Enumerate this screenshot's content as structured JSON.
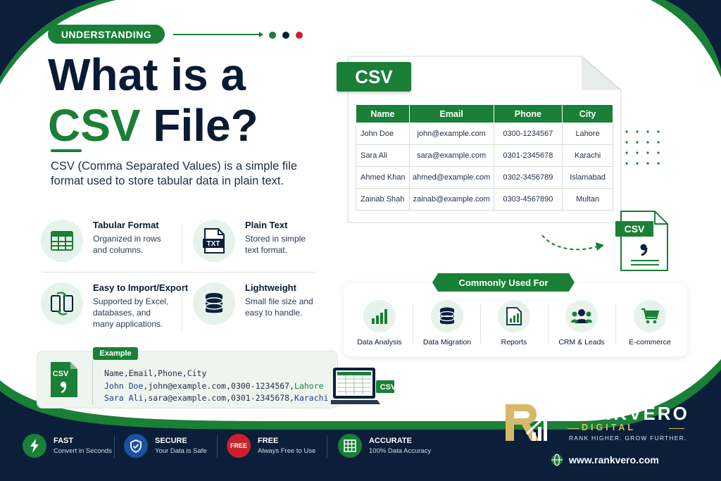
{
  "header": {
    "pill": "UNDERSTANDING",
    "title_line1": "What is a",
    "title_csv": "CSV",
    "title_rest": " File?",
    "description": "CSV (Comma Separated Values) is a simple file format used to store tabular data in plain text."
  },
  "features": [
    {
      "title": "Tabular Format",
      "desc": "Organized in rows and columns.",
      "icon": "table-icon"
    },
    {
      "title": "Plain Text",
      "desc": "Stored in simple text format.",
      "icon": "txt-file-icon",
      "icon_text": "TXT"
    },
    {
      "title": "Easy to Import/Export",
      "desc": "Supported by Excel, databases, and many applications.",
      "icon": "import-export-icon"
    },
    {
      "title": "Lightweight",
      "desc": "Small file size and easy to handle.",
      "icon": "database-icon"
    }
  ],
  "example": {
    "tag": "Example",
    "icon_text": "CSV",
    "line1": "Name,Email,Phone,City",
    "line2_name": "John Doe",
    "line2_rest": ",john@example.com,0300-1234567,",
    "line2_city": "Lahore",
    "line3_name": "Sara Ali",
    "line3_rest": ",sara@example.com,0301-2345678,",
    "line3_city": "Karachi",
    "laptop_badge": "CSV"
  },
  "csv_doc": {
    "tab": "CSV",
    "headers": [
      "Name",
      "Email",
      "Phone",
      "City"
    ],
    "rows": [
      [
        "John Doe",
        "john@example.com",
        "0300-1234567",
        "Lahore"
      ],
      [
        "Sara Ali",
        "sara@example.com",
        "0301-2345678",
        "Karachi"
      ],
      [
        "Ahmed Khan",
        "ahmed@example.com",
        "0302-3456789",
        "Islamabad"
      ],
      [
        "Zainab Shah",
        "zainab@example.com",
        "0303-4567890",
        "Multan"
      ]
    ],
    "file_badge": "CSV"
  },
  "common": {
    "title": "Commonly Used For",
    "items": [
      {
        "label": "Data Analysis",
        "icon": "bar-chart-icon"
      },
      {
        "label": "Data Migration",
        "icon": "database-icon"
      },
      {
        "label": "Reports",
        "icon": "report-icon"
      },
      {
        "label": "CRM & Leads",
        "icon": "users-icon"
      },
      {
        "label": "E-commerce",
        "icon": "cart-icon"
      }
    ]
  },
  "bottom": {
    "features": [
      {
        "title": "FAST",
        "sub": "Convert in Seconds",
        "icon": "lightning-icon",
        "color": "#1a7f37"
      },
      {
        "title": "SECURE",
        "sub": "Your Data is Safe",
        "icon": "shield-icon",
        "color": "#1e4fa3"
      },
      {
        "title": "FREE",
        "sub": "Always Free to Use",
        "icon": "free-badge-icon",
        "icon_text": "FREE",
        "color": "#c8232c"
      },
      {
        "title": "ACCURATE",
        "sub": "100% Data Accuracy",
        "icon": "grid-icon",
        "color": "#1a7f37"
      }
    ],
    "brand": {
      "name": "RANKVERO",
      "sub": "DIGITAL",
      "tagline": "RANK HIGHER. GROW FURTHER.",
      "website": "www.rankvero.com"
    }
  },
  "colors": {
    "brand_green": "#1a7f37",
    "navy": "#0b1f3a",
    "red_dot": "#c8232c",
    "gold": "#d8b86a"
  }
}
